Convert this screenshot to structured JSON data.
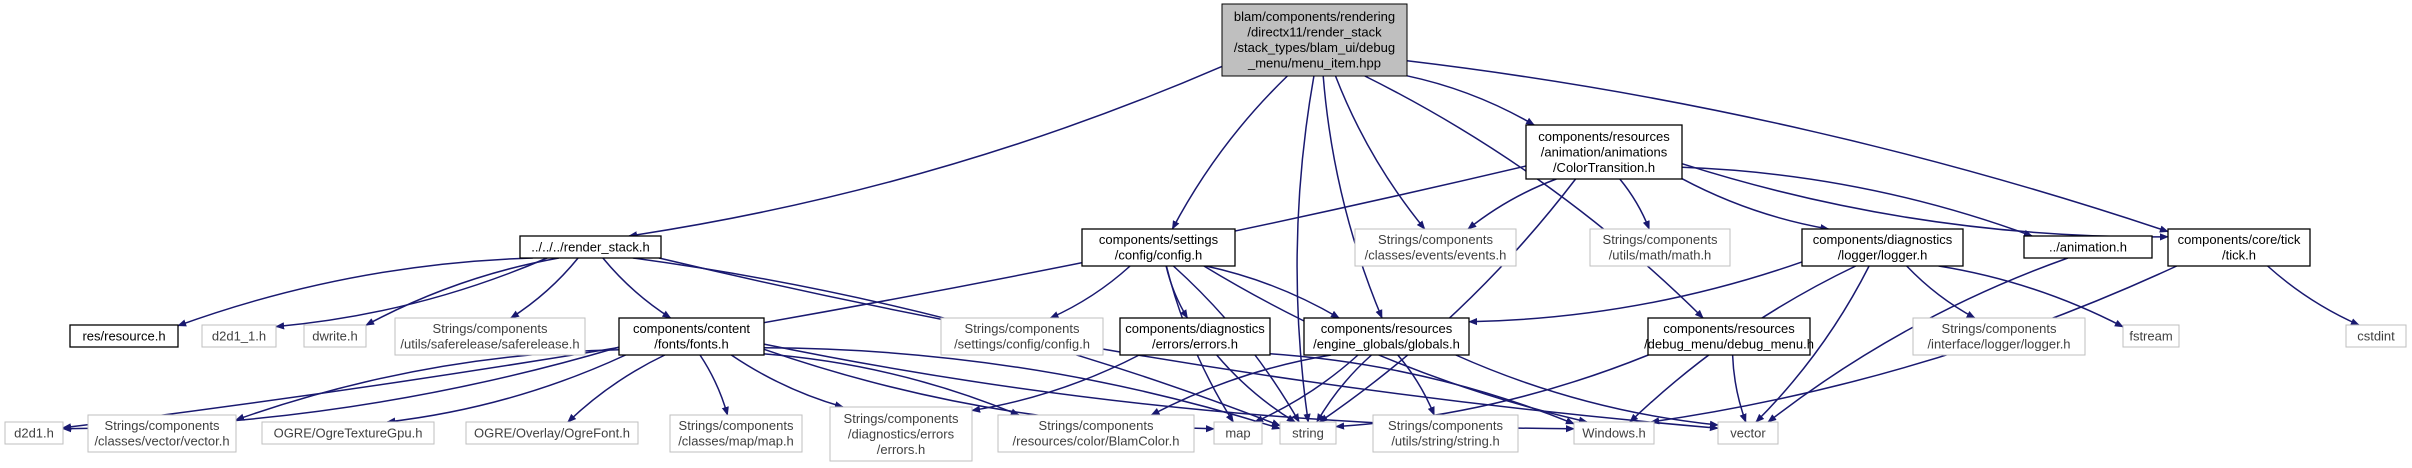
{
  "diagram": {
    "type": "include-dependency-graph",
    "colors": {
      "edge": "#191970",
      "root_fill": "#bfbfbf",
      "documented_border": "#000000",
      "external_border": "#bfbfbf",
      "node_fill": "#ffffff"
    },
    "nodes": [
      {
        "id": "root",
        "kind": "root",
        "lines": [
          "blam/components/rendering",
          "/directx11/render_stack",
          "/stack_types/blam_ui/debug",
          "_menu/menu_item.hpp"
        ]
      },
      {
        "id": "render_stack",
        "kind": "doc",
        "lines": [
          "../../../render_stack.h"
        ]
      },
      {
        "id": "config",
        "kind": "doc",
        "lines": [
          "components/settings",
          "/config/config.h"
        ]
      },
      {
        "id": "color_transition",
        "kind": "doc",
        "lines": [
          "components/resources",
          "/animation/animations",
          "/ColorTransition.h"
        ]
      },
      {
        "id": "events",
        "kind": "ext",
        "lines": [
          "Strings/components",
          "/classes/events/events.h"
        ]
      },
      {
        "id": "tick",
        "kind": "doc",
        "lines": [
          "components/core/tick",
          "/tick.h"
        ]
      },
      {
        "id": "logger",
        "kind": "doc",
        "lines": [
          "components/diagnostics",
          "/logger/logger.h"
        ]
      },
      {
        "id": "math",
        "kind": "ext",
        "lines": [
          "Strings/components",
          "/utils/math/math.h"
        ]
      },
      {
        "id": "animation",
        "kind": "doc",
        "lines": [
          "../animation.h"
        ]
      },
      {
        "id": "cstdint",
        "kind": "ext",
        "lines": [
          "cstdint"
        ]
      },
      {
        "id": "resource",
        "kind": "doc",
        "lines": [
          "res/resource.h"
        ]
      },
      {
        "id": "d2d1_1",
        "kind": "ext",
        "lines": [
          "d2d1_1.h"
        ]
      },
      {
        "id": "dwrite",
        "kind": "ext",
        "lines": [
          "dwrite.h"
        ]
      },
      {
        "id": "saferelease",
        "kind": "ext",
        "lines": [
          "Strings/components",
          "/utils/saferelease/saferelease.h"
        ]
      },
      {
        "id": "fonts",
        "kind": "doc",
        "lines": [
          "components/content",
          "/fonts/fonts.h"
        ]
      },
      {
        "id": "config_ext",
        "kind": "ext",
        "lines": [
          "Strings/components",
          "/settings/config/config.h"
        ]
      },
      {
        "id": "errors",
        "kind": "doc",
        "lines": [
          "components/diagnostics",
          "/errors/errors.h"
        ]
      },
      {
        "id": "globals",
        "kind": "doc",
        "lines": [
          "components/resources",
          "/engine_globals/globals.h"
        ]
      },
      {
        "id": "debug_menu",
        "kind": "doc",
        "lines": [
          "components/resources",
          "/debug_menu/debug_menu.h"
        ]
      },
      {
        "id": "logger_ext",
        "kind": "ext",
        "lines": [
          "Strings/components",
          "/interface/logger/logger.h"
        ]
      },
      {
        "id": "fstream",
        "kind": "ext",
        "lines": [
          "fstream"
        ]
      },
      {
        "id": "d2d1",
        "kind": "ext",
        "lines": [
          "d2d1.h"
        ]
      },
      {
        "id": "vector_ext",
        "kind": "ext",
        "lines": [
          "Strings/components",
          "/classes/vector/vector.h"
        ]
      },
      {
        "id": "ogre_texture",
        "kind": "ext",
        "lines": [
          "OGRE/OgreTextureGpu.h"
        ]
      },
      {
        "id": "ogre_font",
        "kind": "ext",
        "lines": [
          "OGRE/Overlay/OgreFont.h"
        ]
      },
      {
        "id": "map_ext",
        "kind": "ext",
        "lines": [
          "Strings/components",
          "/classes/map/map.h"
        ]
      },
      {
        "id": "errors_ext",
        "kind": "ext",
        "lines": [
          "Strings/components",
          "/diagnostics/errors",
          "/errors.h"
        ]
      },
      {
        "id": "blamcolor",
        "kind": "ext",
        "lines": [
          "Strings/components",
          "/resources/color/BlamColor.h"
        ]
      },
      {
        "id": "map",
        "kind": "ext",
        "lines": [
          "map"
        ]
      },
      {
        "id": "string",
        "kind": "ext",
        "lines": [
          "string"
        ]
      },
      {
        "id": "string_ext",
        "kind": "ext",
        "lines": [
          "Strings/components",
          "/utils/string/string.h"
        ]
      },
      {
        "id": "windows",
        "kind": "ext",
        "lines": [
          "Windows.h"
        ]
      },
      {
        "id": "vector",
        "kind": "ext",
        "lines": [
          "vector"
        ]
      }
    ],
    "edges": [
      [
        "root",
        "render_stack"
      ],
      [
        "root",
        "config"
      ],
      [
        "root",
        "color_transition"
      ],
      [
        "root",
        "events"
      ],
      [
        "root",
        "tick"
      ],
      [
        "root",
        "globals"
      ],
      [
        "root",
        "debug_menu"
      ],
      [
        "root",
        "string"
      ],
      [
        "color_transition",
        "d2d1"
      ],
      [
        "color_transition",
        "events"
      ],
      [
        "color_transition",
        "math"
      ],
      [
        "color_transition",
        "logger"
      ],
      [
        "color_transition",
        "animation"
      ],
      [
        "color_transition",
        "tick"
      ],
      [
        "color_transition",
        "string"
      ],
      [
        "render_stack",
        "resource"
      ],
      [
        "render_stack",
        "d2d1_1"
      ],
      [
        "render_stack",
        "dwrite"
      ],
      [
        "render_stack",
        "saferelease"
      ],
      [
        "render_stack",
        "fonts"
      ],
      [
        "render_stack",
        "string"
      ],
      [
        "render_stack",
        "vector"
      ],
      [
        "config",
        "config_ext"
      ],
      [
        "config",
        "errors"
      ],
      [
        "config",
        "globals"
      ],
      [
        "config",
        "map"
      ],
      [
        "config",
        "string"
      ],
      [
        "config",
        "windows"
      ],
      [
        "logger",
        "globals"
      ],
      [
        "logger",
        "logger_ext"
      ],
      [
        "logger",
        "fstream"
      ],
      [
        "logger",
        "windows"
      ],
      [
        "logger",
        "vector"
      ],
      [
        "tick",
        "cstdint"
      ],
      [
        "tick",
        "windows"
      ],
      [
        "animation",
        "vector"
      ],
      [
        "fonts",
        "d2d1"
      ],
      [
        "fonts",
        "vector_ext"
      ],
      [
        "fonts",
        "ogre_texture"
      ],
      [
        "fonts",
        "ogre_font"
      ],
      [
        "fonts",
        "map_ext"
      ],
      [
        "fonts",
        "errors_ext"
      ],
      [
        "fonts",
        "blamcolor"
      ],
      [
        "fonts",
        "map"
      ],
      [
        "fonts",
        "string"
      ],
      [
        "fonts",
        "windows"
      ],
      [
        "errors",
        "errors_ext"
      ],
      [
        "errors",
        "string"
      ],
      [
        "errors",
        "windows"
      ],
      [
        "globals",
        "blamcolor"
      ],
      [
        "globals",
        "map"
      ],
      [
        "globals",
        "string"
      ],
      [
        "globals",
        "string_ext"
      ],
      [
        "globals",
        "vector"
      ],
      [
        "debug_menu",
        "string"
      ],
      [
        "debug_menu",
        "vector"
      ]
    ]
  }
}
